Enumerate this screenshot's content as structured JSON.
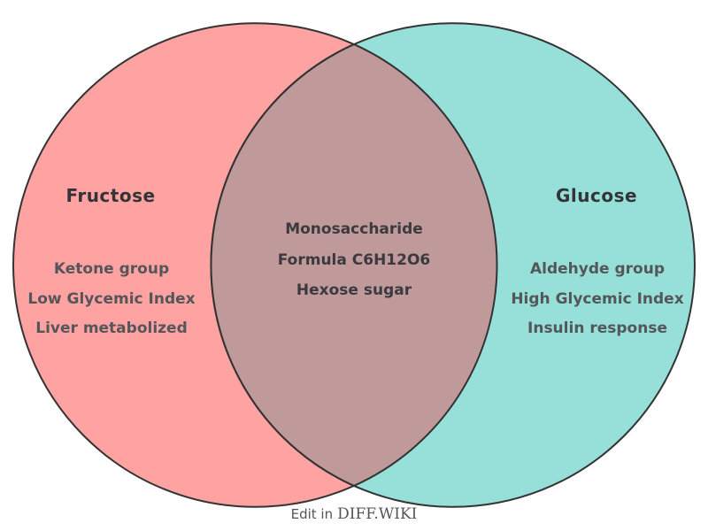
{
  "diagram": {
    "left": {
      "title": "Fructose",
      "color": "#ffa2a2",
      "items": [
        "Ketone group",
        "Low Glycemic Index",
        "Liver metabolized"
      ]
    },
    "right": {
      "title": "Glucose",
      "color": "#96e0d9",
      "items": [
        "Aldehyde group",
        "High Glycemic Index",
        "Insulin response"
      ]
    },
    "intersection": {
      "color": "#c0999b",
      "items": [
        "Monosaccharide",
        "Formula C6H12O6",
        "Hexose sugar"
      ]
    },
    "outline_color": "#333333"
  },
  "footer": {
    "prefix": "Edit in",
    "brand": "DIFF.WIKI"
  }
}
